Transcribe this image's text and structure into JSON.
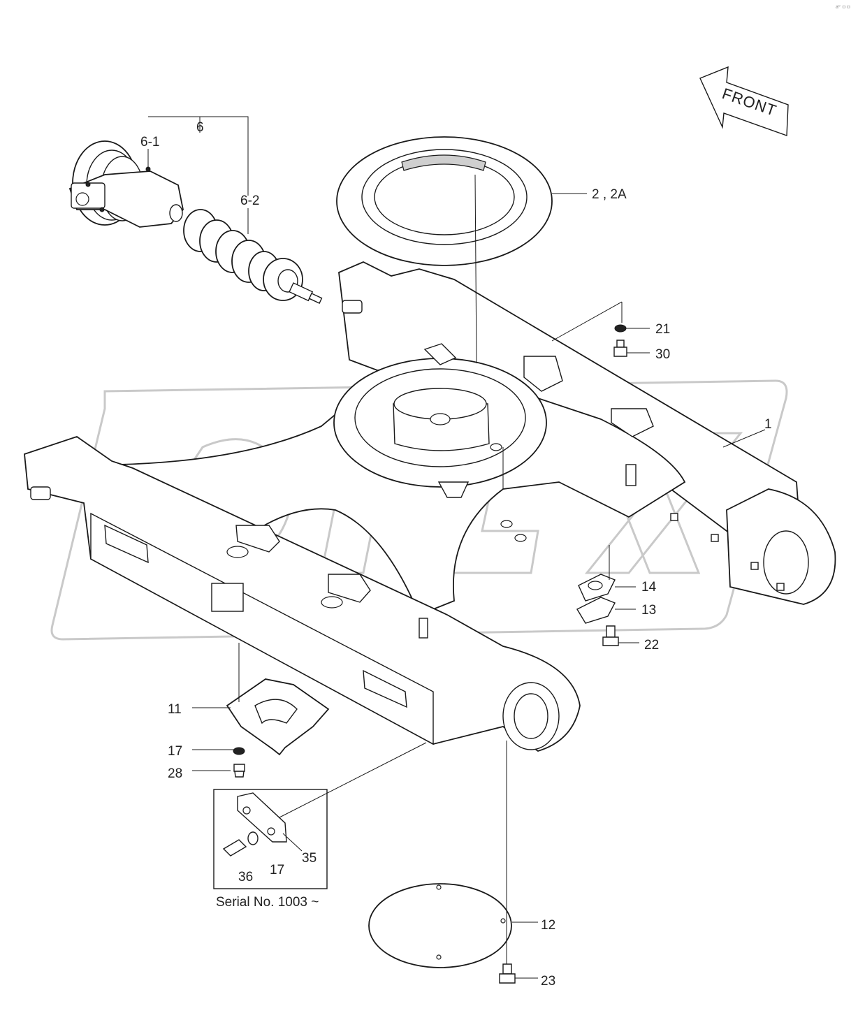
{
  "diagram": {
    "front_label": "FRONT",
    "serial_note": "Serial No. 1003 ~",
    "corner_mark": "a⁰ ㅁㅁ",
    "callouts": {
      "c1": "1",
      "c2": "2 , 2A",
      "c6": "6",
      "c6_1": "6-1",
      "c6_2": "6-2",
      "c11": "11",
      "c12": "12",
      "c13": "13",
      "c14": "14",
      "c17a": "17",
      "c17b": "17",
      "c21": "21",
      "c22": "22",
      "c23": "23",
      "c28": "28",
      "c30": "30",
      "c35": "35",
      "c36": "36"
    }
  }
}
